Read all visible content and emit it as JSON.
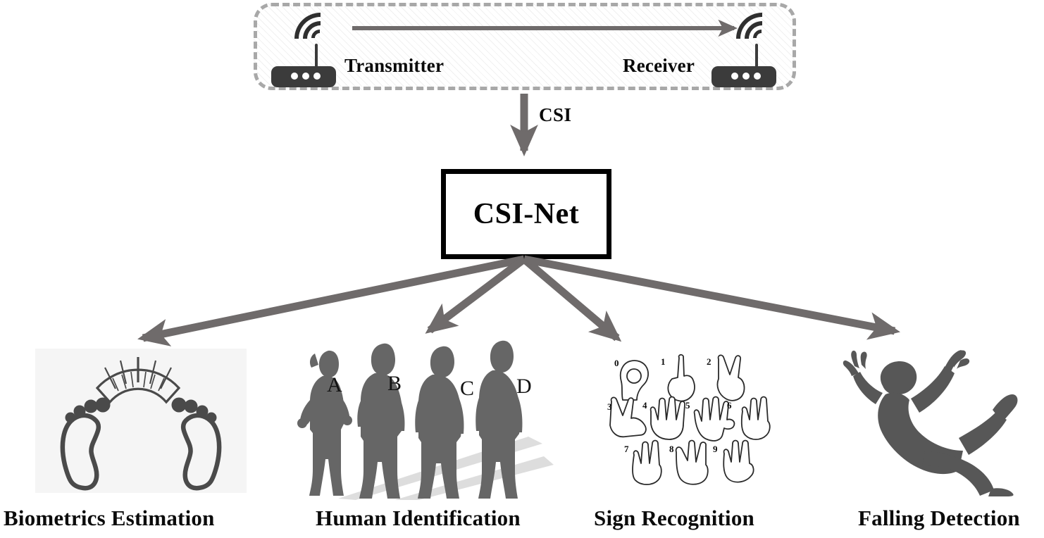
{
  "figure": {
    "title": "CSI-Net multi-task sensing overview",
    "colors": {
      "arrow_gray": "#6f6b6b",
      "dashed_border_gray": "#a8a8a8",
      "router_dark": "#3b3b3b",
      "silhouette_gray": "#666666",
      "box_border_black": "#000000",
      "text_black": "#0a0a0a"
    }
  },
  "link_layer": {
    "transmitter_label": "Transmitter",
    "receiver_label": "Receiver",
    "transmitter_icon": "wifi-router-icon",
    "receiver_icon": "wifi-router-icon",
    "link_arrow_icon": "right-arrow-icon"
  },
  "csi_flow": {
    "label": "CSI",
    "arrow_icon": "down-arrow-icon"
  },
  "model": {
    "name": "CSI-Net"
  },
  "outputs": [
    {
      "id": "biometrics",
      "caption": "Biometrics Estimation",
      "icon": "footprints-scale-icon",
      "arrow_icon": "diagonal-arrow-left-icon"
    },
    {
      "id": "human-identification",
      "caption": "Human Identification",
      "icon": "four-person-silhouettes-icon",
      "arrow_icon": "diagonal-arrow-left-icon",
      "person_labels": [
        "A",
        "B",
        "C",
        "D"
      ]
    },
    {
      "id": "sign-recognition",
      "caption": "Sign Recognition",
      "icon": "hand-sign-digits-icon",
      "arrow_icon": "diagonal-arrow-right-icon",
      "digits": [
        "0",
        "1",
        "2",
        "3",
        "4",
        "5",
        "6",
        "7",
        "8",
        "9"
      ]
    },
    {
      "id": "falling-detection",
      "caption": "Falling Detection",
      "icon": "falling-person-silhouette-icon",
      "arrow_icon": "diagonal-arrow-right-icon"
    }
  ]
}
